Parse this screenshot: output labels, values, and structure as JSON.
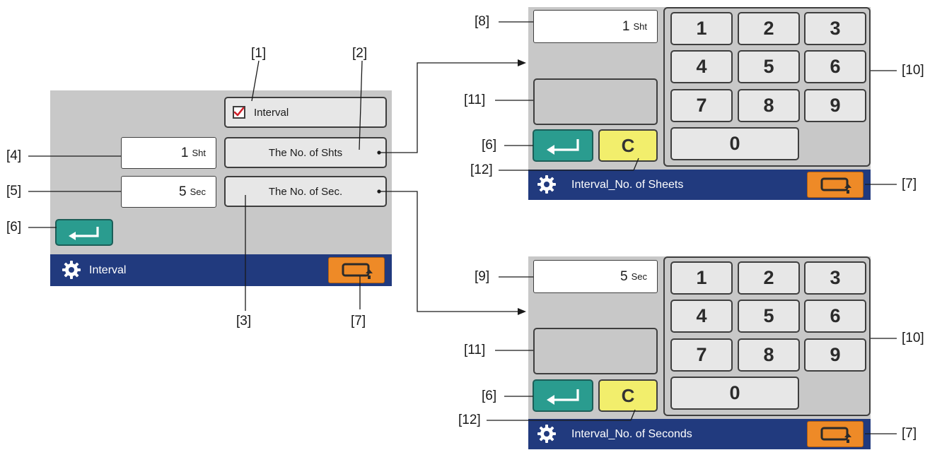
{
  "screen_main": {
    "checkbox_label": "Interval",
    "sheets_button": "The No. of Shts",
    "seconds_button": "The No. of Sec.",
    "sheets_value": "1",
    "sheets_unit": "Sht",
    "seconds_value": "5",
    "seconds_unit": "Sec",
    "footer_title": "Interval"
  },
  "screen_sheets": {
    "value": "1",
    "unit": "Sht",
    "clear_label": "C",
    "footer_title": "Interval_No. of Sheets",
    "keys": [
      "1",
      "2",
      "3",
      "4",
      "5",
      "6",
      "7",
      "8",
      "9",
      "0"
    ]
  },
  "screen_seconds": {
    "value": "5",
    "unit": "Sec",
    "clear_label": "C",
    "footer_title": "Interval_No. of Seconds",
    "keys": [
      "1",
      "2",
      "3",
      "4",
      "5",
      "6",
      "7",
      "8",
      "9",
      "0"
    ]
  },
  "callouts": {
    "c1": "[1]",
    "c2": "[2]",
    "c3": "[3]",
    "c4": "[4]",
    "c5": "[5]",
    "c6": "[6]",
    "c7": "[7]",
    "c8": "[8]",
    "c9": "[9]",
    "c10": "[10]",
    "c11": "[11]",
    "c12": "[12]",
    "c6b": "[6]",
    "c7b": "[7]",
    "c10b": "[10]",
    "c11b": "[11]",
    "c12b": "[12]",
    "c6c": "[6]",
    "c7c": "[7]"
  },
  "colors": {
    "panel": "#c8c8c8",
    "footer": "#213a7e",
    "enter": "#2a9c8f",
    "clear": "#f2ee6c",
    "return": "#ee8a27",
    "check": "#d0202a"
  },
  "icons": [
    "gear-icon",
    "enter-arrow-icon",
    "return-icon",
    "checkmark-icon"
  ]
}
